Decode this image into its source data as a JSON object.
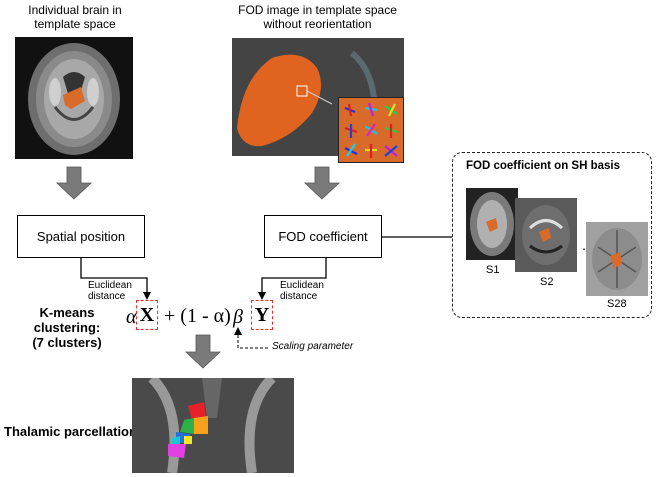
{
  "top_left": {
    "caption_line1": "Individual brain in",
    "caption_line2": "template space"
  },
  "top_middle": {
    "caption_line1": "FOD image in template space",
    "caption_line2": "without reorientation"
  },
  "spatial_box": {
    "label": "Spatial position"
  },
  "fod_box": {
    "label": "FOD coefficient"
  },
  "euclid_left": {
    "line1": "Euclidean",
    "line2": "distance"
  },
  "euclid_right": {
    "line1": "Euclidean",
    "line2": "distance"
  },
  "kmeans": {
    "line1": "K-means clustering:",
    "line2": "(7 clusters)"
  },
  "equation": {
    "alpha": "α",
    "X": "X",
    "plus": "+ (1 - α)",
    "beta": "β",
    "Y": "Y"
  },
  "scaling": {
    "label": "Scaling parameter"
  },
  "sh_panel": {
    "title": "FOD coefficient on SH basis",
    "s1": "S1",
    "s2": "S2",
    "dots": "⋱",
    "s28": "S28"
  },
  "parcellation": {
    "label": "Thalamic parcellation"
  },
  "colors": {
    "thalamus": "#d86a2a",
    "dashed_red": "#e03030",
    "arrow_gray": "#7a7a7a"
  },
  "parcel_colors": [
    "#e8202a",
    "#2bb04a",
    "#f7a21b",
    "#1f6fe0",
    "#16c8d8",
    "#e040e0",
    "#f5e52a"
  ]
}
